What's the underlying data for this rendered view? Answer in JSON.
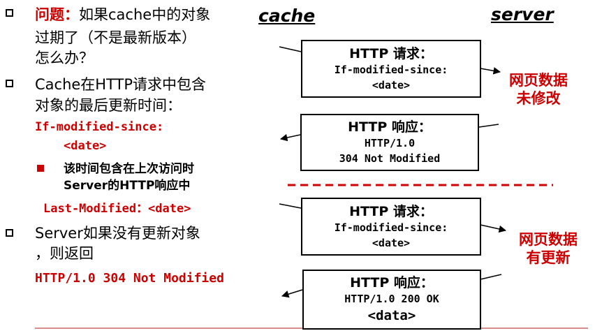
{
  "left": {
    "bullet1": {
      "label": "问题：",
      "line1": "如果cache中的对象",
      "line2": "过期了（不是最新版本）",
      "line3": "怎么办？"
    },
    "bullet2": {
      "line1": "Cache在HTTP请求中包含",
      "line2": "对象的最后更新时间：",
      "code1": "If-modified-since:",
      "code2": "<date>"
    },
    "sub_bullet": {
      "line1": "该时间包含在上次访问时",
      "line2": "Server的HTTP响应中"
    },
    "last_modified": "Last-Modified：<date>",
    "bullet3": {
      "line1": "Server如果没有更新对象",
      "line2": "，则返回"
    },
    "response_code": "HTTP/1.0 304 Not Modified"
  },
  "headers": {
    "cache": "cache",
    "server": "server"
  },
  "exchange1": {
    "request": {
      "title": "HTTP 请求：",
      "line1": "If-modified-since:",
      "line2": "<date>"
    },
    "response": {
      "title": "HTTP 响应：",
      "line1": "HTTP/1.0",
      "line2": "304 Not Modified"
    },
    "status_line1": "网页数据",
    "status_line2": "未修改"
  },
  "exchange2": {
    "request": {
      "title": "HTTP 请求：",
      "line1": "If-modified-since:",
      "line2": "<date>"
    },
    "response": {
      "title": "HTTP 响应：",
      "line1": "HTTP/1.0 200 OK",
      "line2": "<data>"
    },
    "status_line1": "网页数据",
    "status_line2": "有更新"
  },
  "colors": {
    "accent_red": "#cc0000",
    "separator": "#cc0000",
    "footer_rule": "#cc6666"
  }
}
